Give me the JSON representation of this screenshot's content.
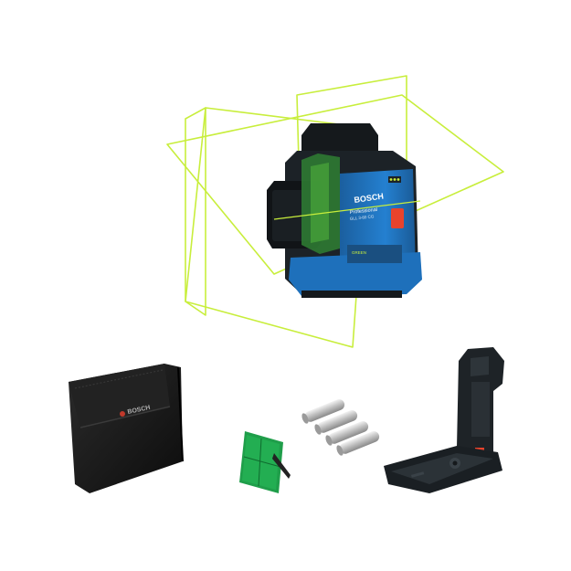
{
  "product": {
    "brand_front": "BOSCH",
    "series": "Professional",
    "model": "GLL 3-80 CG",
    "feature_label": "GREEN"
  },
  "pouch": {
    "brand": "BOSCH"
  },
  "colors": {
    "laser_green": "#c8ee3c",
    "housing_blue": "#1f6fb8",
    "housing_dark": "#1c2227",
    "accent_red": "#e8432c",
    "target_plate_green": "#1f9e4a"
  },
  "icons": [
    "laser-level-device",
    "laser-plane-lines",
    "carry-pouch",
    "laser-target-plate",
    "aa-batteries",
    "wall-mount-bracket"
  ]
}
